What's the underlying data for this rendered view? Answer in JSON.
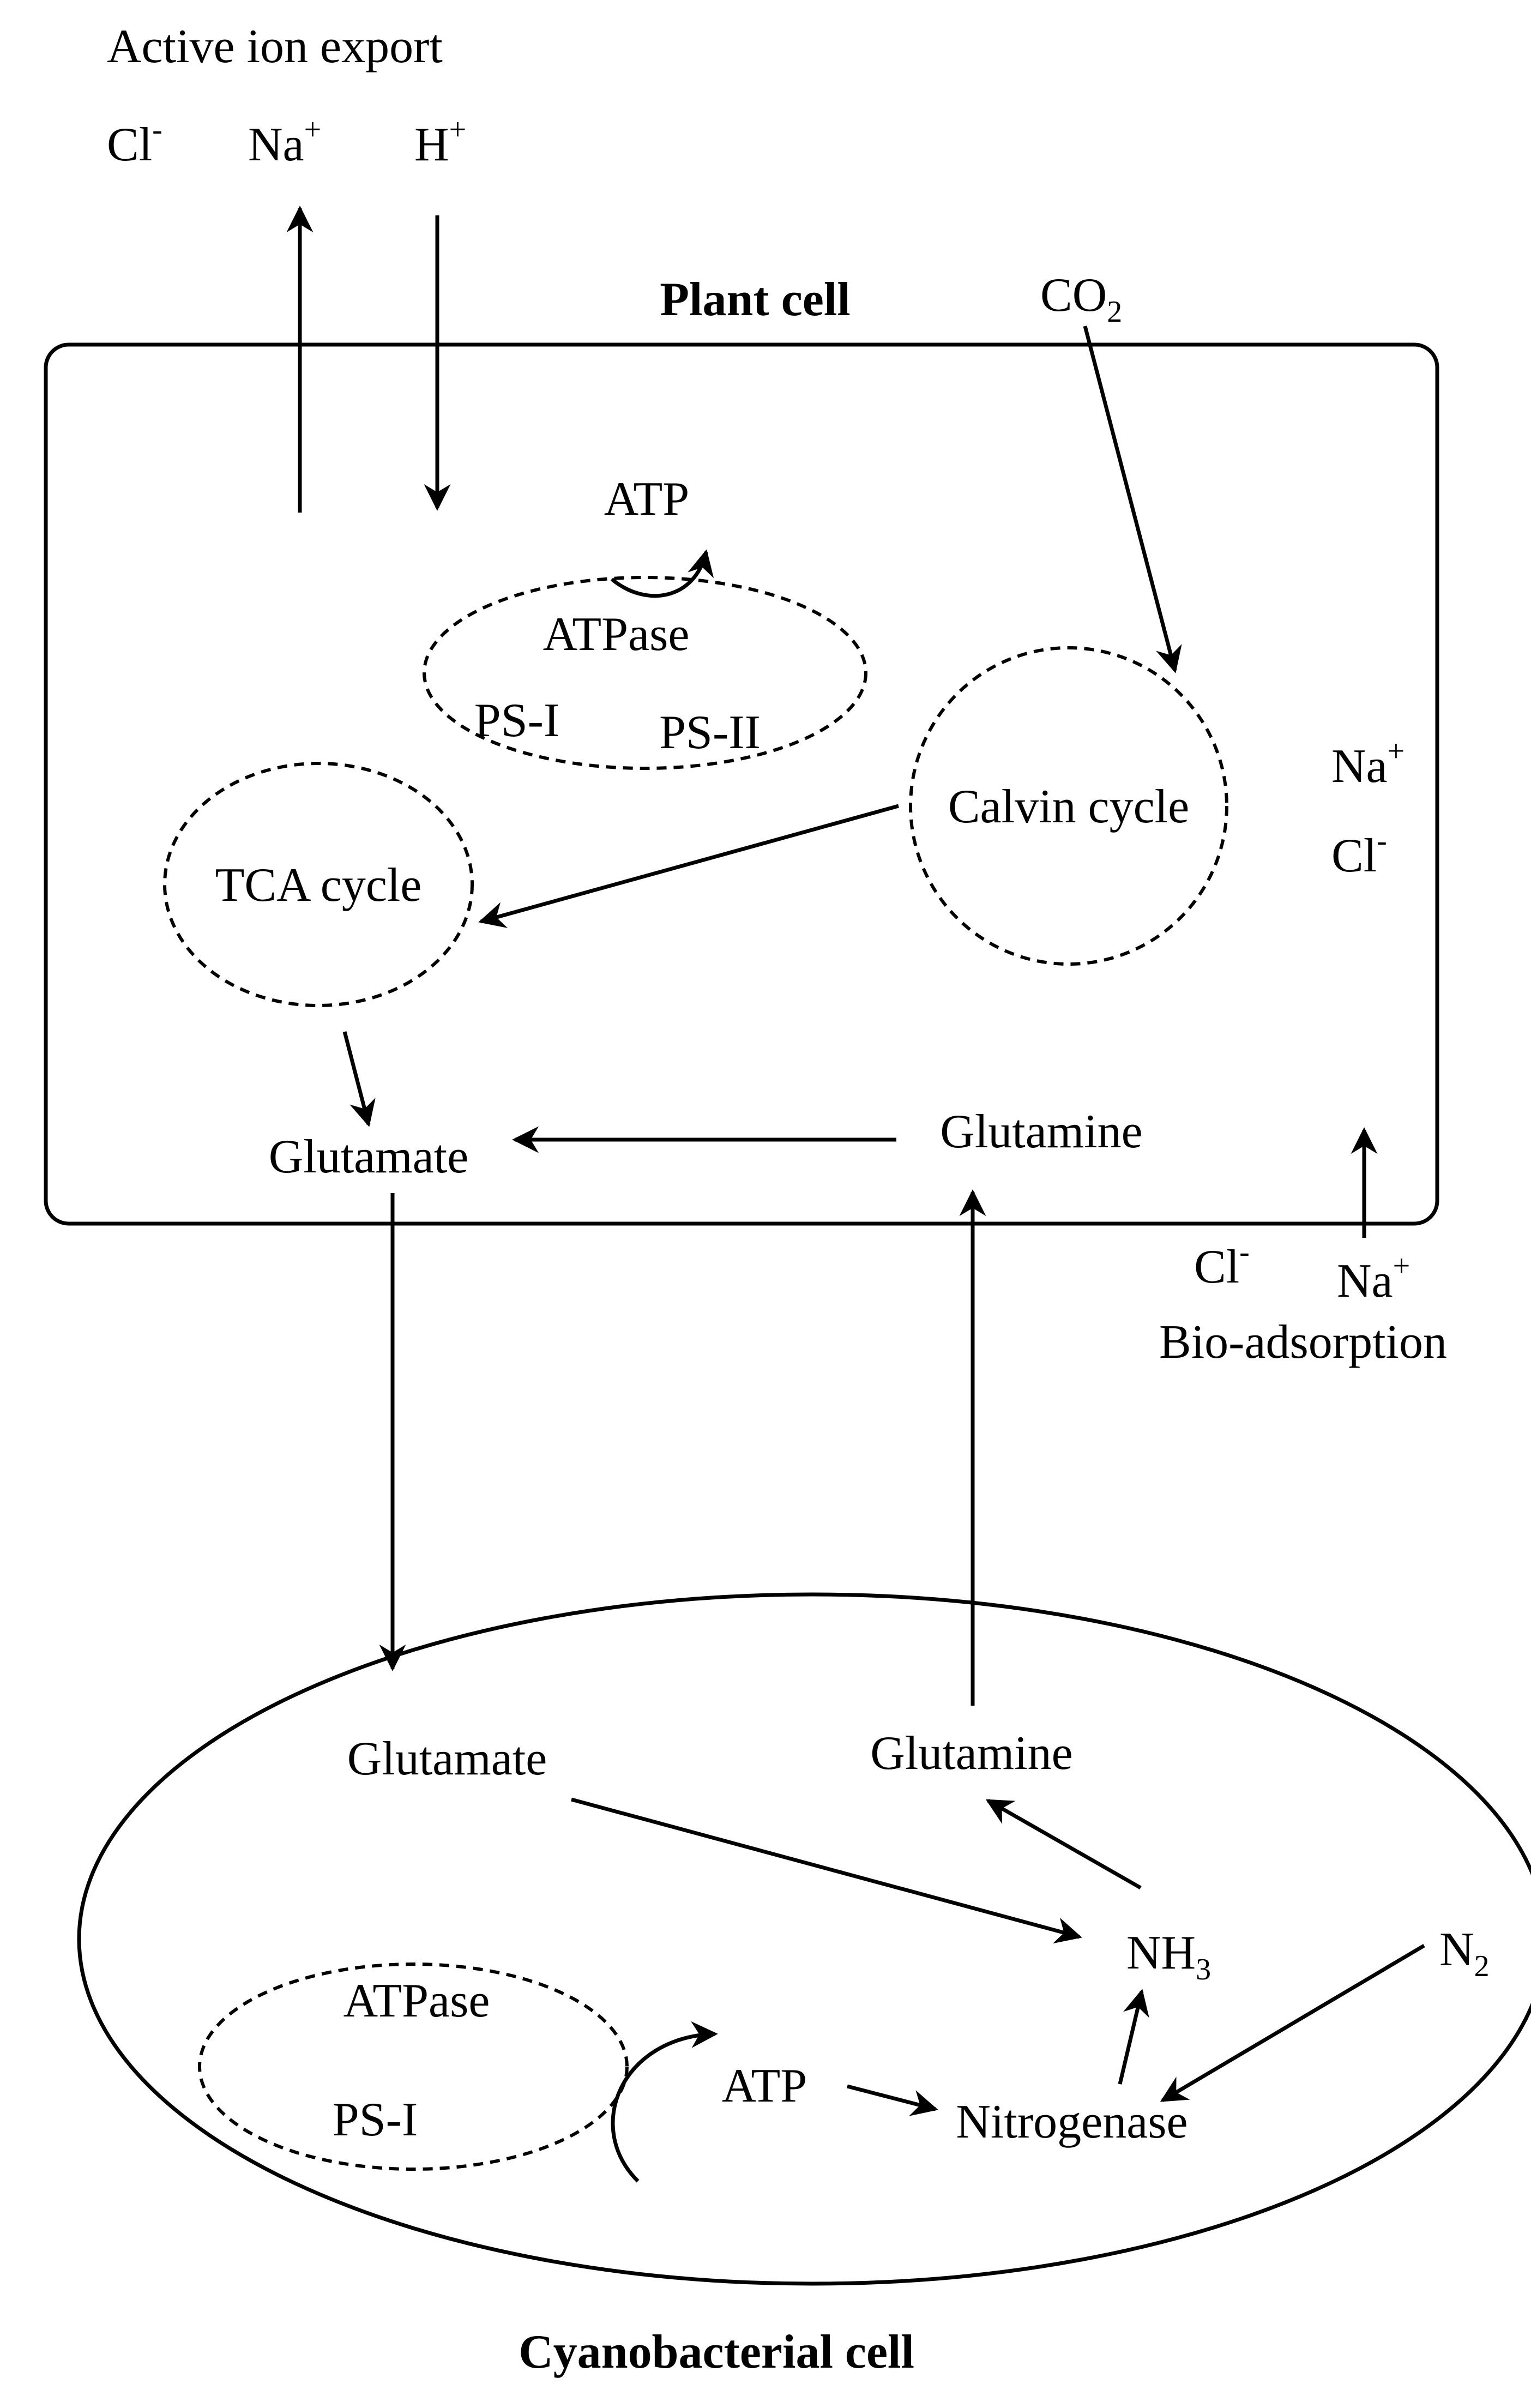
{
  "diagram": {
    "active_ion_export": {
      "title": "Active ion export",
      "cl": "Cl",
      "cl_sign": "-",
      "na": "Na",
      "na_sign": "+",
      "h": "H",
      "h_sign": "+"
    },
    "plant_cell": {
      "title": "Plant cell",
      "co2": "CO",
      "co2_sub": "2",
      "atp": "ATP",
      "thylakoid": {
        "atpase": "ATPase",
        "ps1": "PS-I",
        "ps2": "PS-II"
      },
      "calvin_cycle": "Calvin cycle",
      "tca_cycle": "TCA cycle",
      "ions": {
        "na": "Na",
        "na_sign": "+",
        "cl": "Cl",
        "cl_sign": "-"
      },
      "glutamate": "Glutamate",
      "glutamine": "Glutamine"
    },
    "bio_adsorption": {
      "cl": "Cl",
      "cl_sign": "-",
      "na": "Na",
      "na_sign": "+",
      "label": "Bio-adsorption"
    },
    "cyanobacterial_cell": {
      "title": "Cyanobacterial cell",
      "glutamate": "Glutamate",
      "glutamine": "Glutamine",
      "nh3": "NH",
      "nh3_sub": "3",
      "n2": "N",
      "n2_sub": "2",
      "thylakoid": {
        "atpase": "ATPase",
        "ps1": "PS-I"
      },
      "atp": "ATP",
      "nitrogenase": "Nitrogenase"
    }
  }
}
